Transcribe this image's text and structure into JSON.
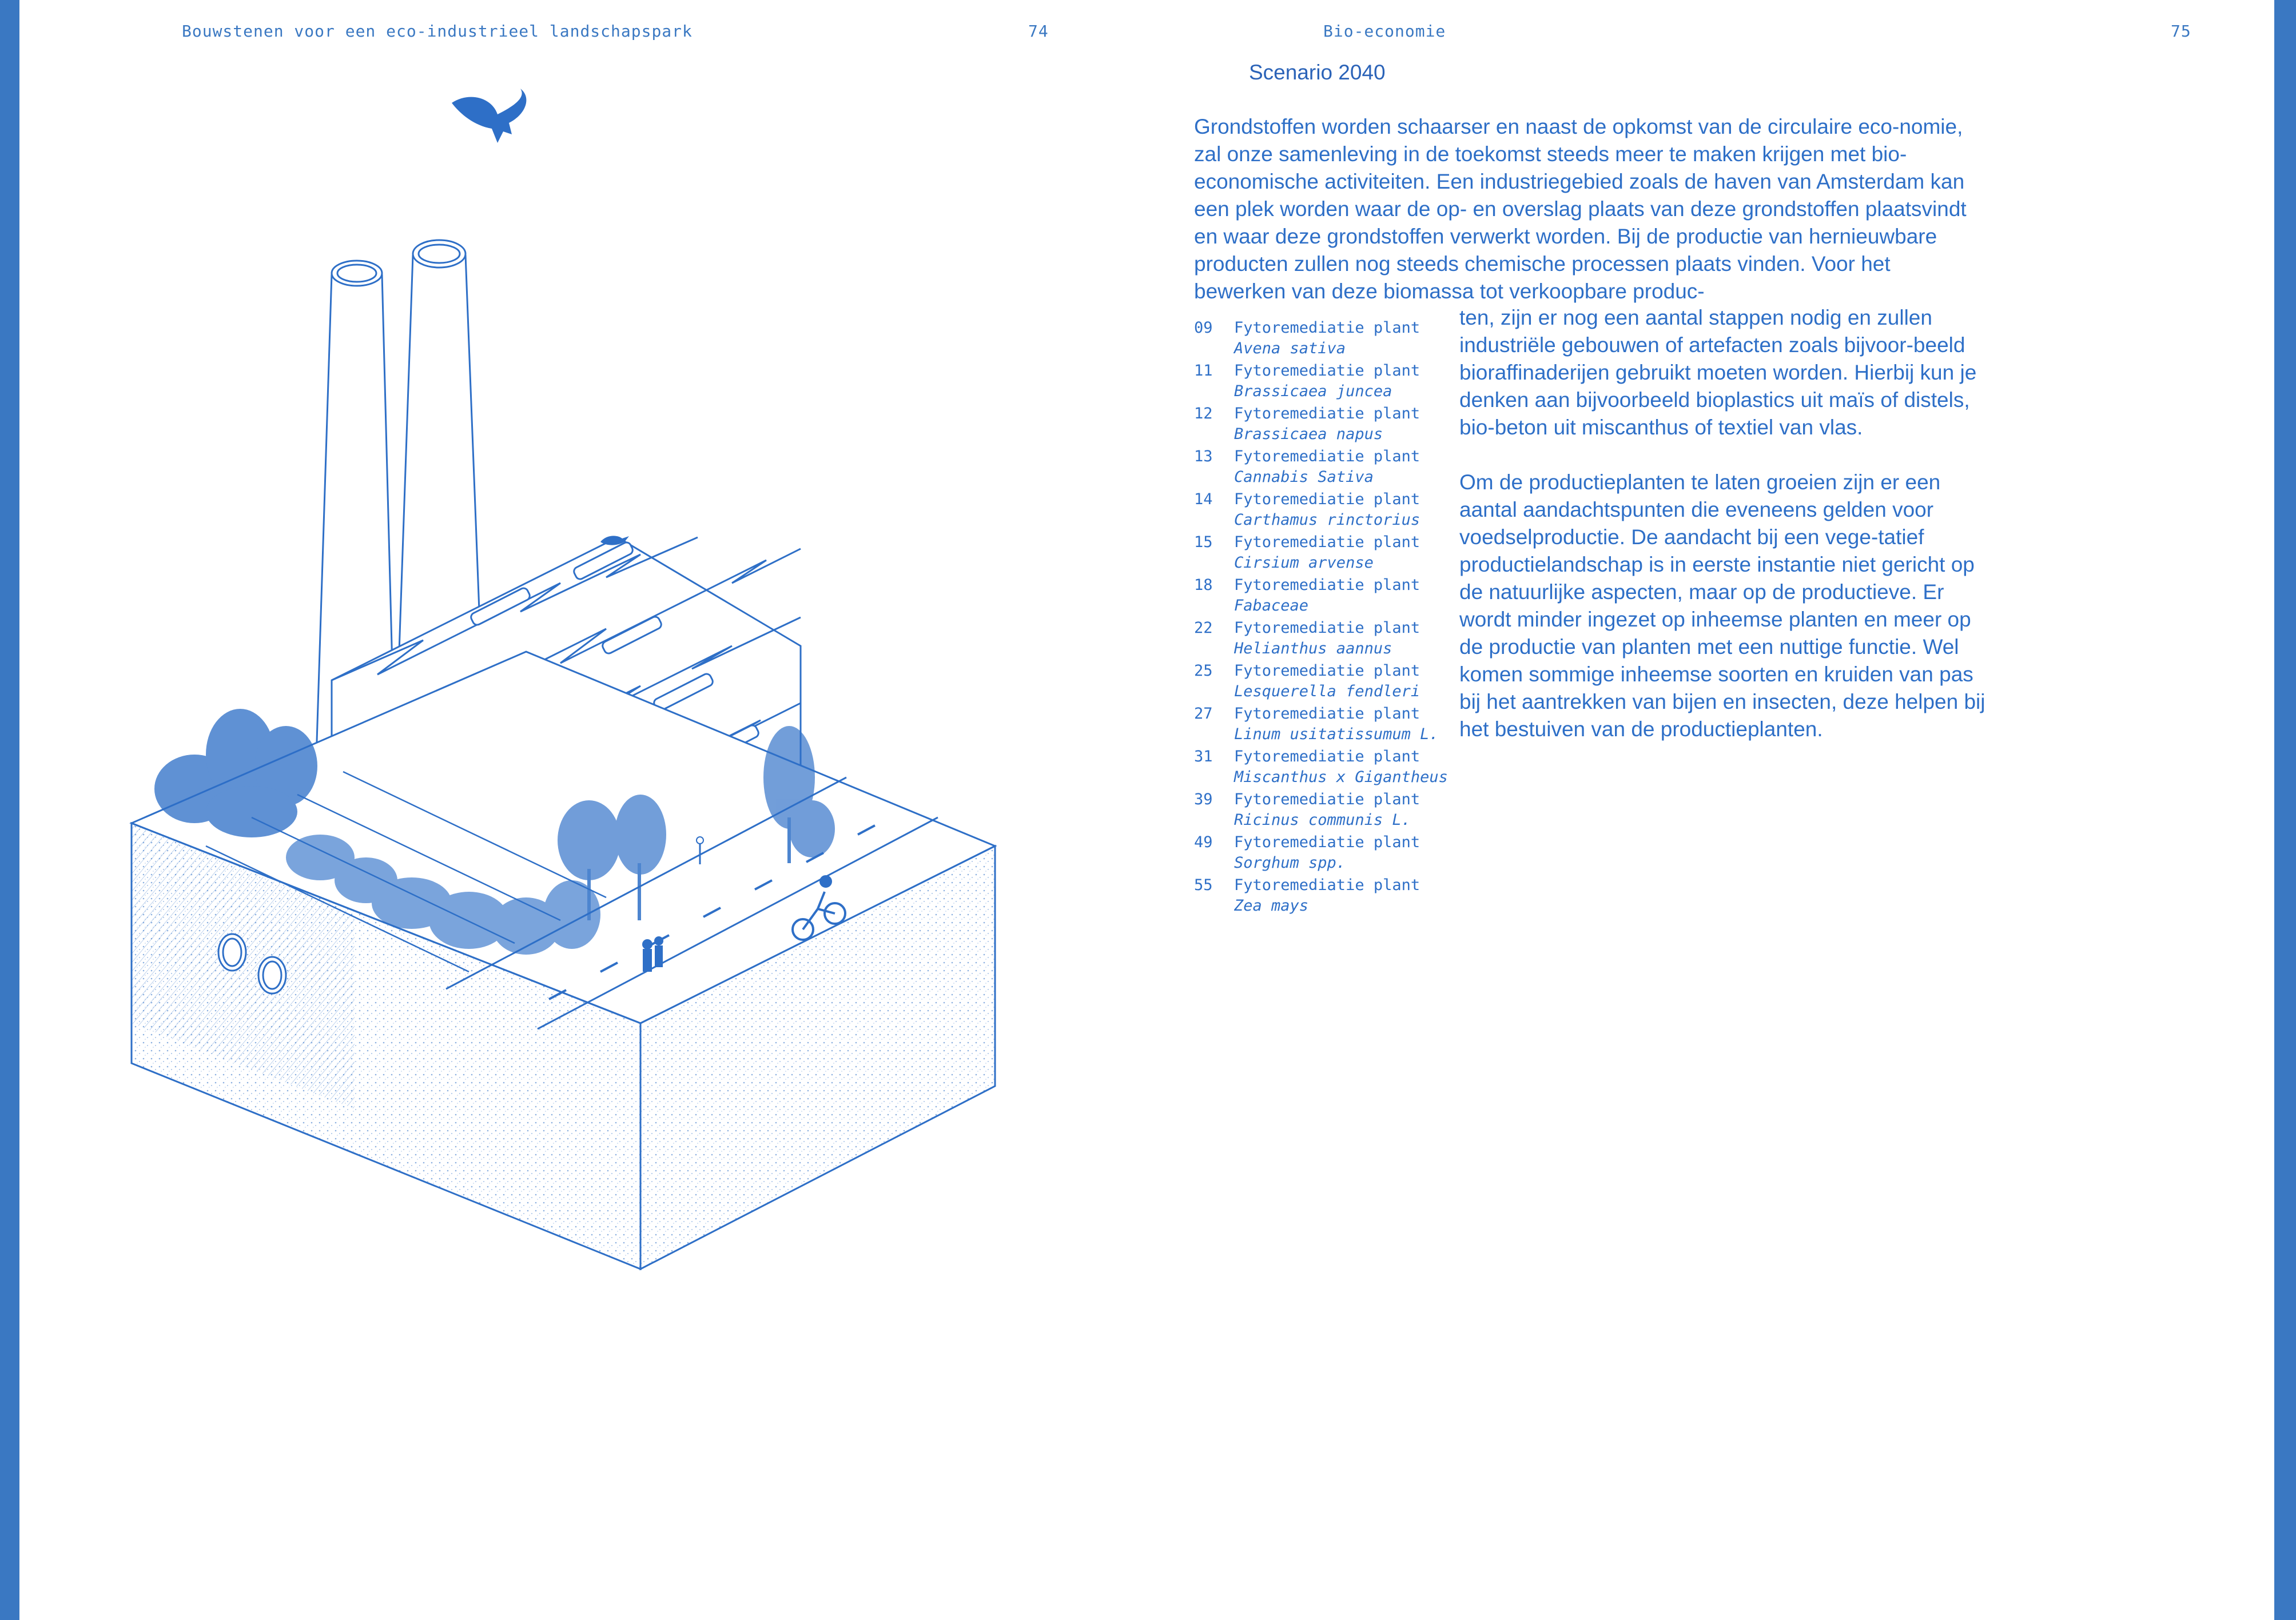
{
  "running_heads": {
    "left_title": "Bouwstenen voor een eco-industrieel landschapspark",
    "left_page": "74",
    "right_title": "Bio-economie",
    "right_page": "75"
  },
  "scenario_title": "Scenario 2040",
  "intro_text": "Grondstoffen worden schaarser en naast de opkomst van de circulaire eco-nomie, zal onze samenleving in de toekomst steeds meer te maken krijgen met bio-economische activiteiten. Een industriegebied zoals de haven van Amsterdam kan een plek worden waar de op- en overslag plaats van deze grondstoffen plaatsvindt en waar deze grondstoffen verwerkt worden. Bij de productie van hernieuwbare producten zullen nog steeds chemische processen plaats vinden. Voor het bewerken van deze biomassa tot verkoopbare produc-",
  "paragraph_1": "ten, zijn er nog een aantal stappen nodig en zullen industriële gebouwen of artefacten zoals bijvoor-beeld bioraffinaderijen gebruikt moeten worden. Hierbij kun je denken aan bijvoorbeeld bioplastics uit maïs of distels, bio-beton uit miscanthus of textiel van vlas.",
  "paragraph_2": "Om de productieplanten te laten groeien zijn er een aantal aandachtspunten die eveneens gelden voor voedselproductie. De aandacht bij een vege-tatief productielandschap is in eerste instantie niet gericht op de natuurlijke aspecten, maar op de productieve. Er wordt minder ingezet op inheemse planten en meer op de productie van planten met een nuttige functie. Wel komen sommige inheemse soorten en kruiden van pas bij het aantrekken van bijen en insecten, deze helpen bij het bestuiven van de productieplanten.",
  "plants": [
    {
      "num": "09",
      "label": "Fytoremediatie plant",
      "species": "Avena sativa"
    },
    {
      "num": "11",
      "label": "Fytoremediatie plant",
      "species": "Brassicaea juncea"
    },
    {
      "num": "12",
      "label": "Fytoremediatie plant",
      "species": "Brassicaea napus"
    },
    {
      "num": "13",
      "label": "Fytoremediatie plant",
      "species": "Cannabis Sativa"
    },
    {
      "num": "14",
      "label": "Fytoremediatie plant",
      "species": "Carthamus rinctorius"
    },
    {
      "num": "15",
      "label": "Fytoremediatie plant",
      "species": "Cirsium arvense"
    },
    {
      "num": "18",
      "label": "Fytoremediatie plant",
      "species": "Fabaceae"
    },
    {
      "num": "22",
      "label": "Fytoremediatie plant",
      "species": "Helianthus aannus"
    },
    {
      "num": "25",
      "label": "Fytoremediatie plant",
      "species": "Lesquerella fendleri"
    },
    {
      "num": "27",
      "label": "Fytoremediatie plant",
      "species": "Linum usitatissumum L."
    },
    {
      "num": "31",
      "label": "Fytoremediatie plant",
      "species": "Miscanthus x Gigantheus"
    },
    {
      "num": "39",
      "label": "Fytoremediatie plant",
      "species": "Ricinus communis L."
    },
    {
      "num": "49",
      "label": "Fytoremediatie plant",
      "species": "Sorghum spp."
    },
    {
      "num": "55",
      "label": "Fytoremediatie plant",
      "species": "Zea mays"
    }
  ],
  "colors": {
    "ink_blue": "#2e6fc7",
    "edge_blue": "#3a78c2",
    "paper": "#ffffff"
  },
  "icons": {
    "bird": "bird-icon",
    "small_bird": "small-bird-icon",
    "cyclist": "cyclist-icon"
  }
}
